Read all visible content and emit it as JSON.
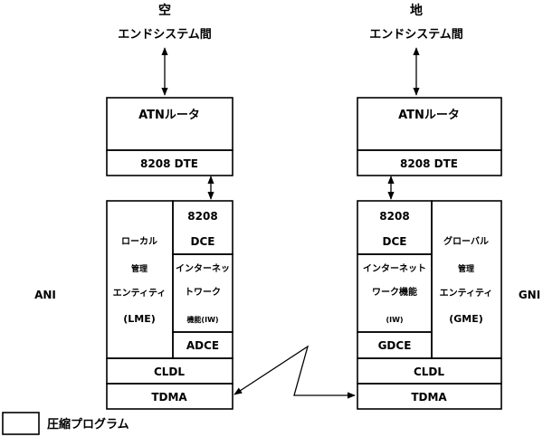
{
  "air": {
    "title": "空",
    "endsystem": "エンドシステム間",
    "atn_router": "ATNルータ",
    "dte": "8208 DTE",
    "dce_line1": "8208",
    "dce_line2": "DCE",
    "lme_line1": "ローカル",
    "lme_line2": "管理",
    "lme_line3": "エンティティ",
    "lme_line4": "(LME)",
    "iw_line1": "インターネッ",
    "iw_line2": "トワーク",
    "iw_line3": "機能(IW)",
    "adce": "ADCE",
    "cldl": "CLDL",
    "tdma": "TDMA",
    "side_label": "ANI"
  },
  "ground": {
    "title": "地",
    "endsystem": "エンドシステム間",
    "atn_router": "ATNルータ",
    "dte": "8208 DTE",
    "dce_line1": "8208",
    "dce_line2": "DCE",
    "gme_line1": "グローバル",
    "gme_line2": "管理",
    "gme_line3": "エンティティ",
    "gme_line4": "(GME)",
    "iw_line1": "インターネット",
    "iw_line2": "ワーク機能",
    "iw_line3": "(IW)",
    "gdce": "GDCE",
    "cldl": "CLDL",
    "tdma": "TDMA",
    "side_label": "GNI"
  },
  "legend": {
    "label": "圧縮プログラム"
  }
}
